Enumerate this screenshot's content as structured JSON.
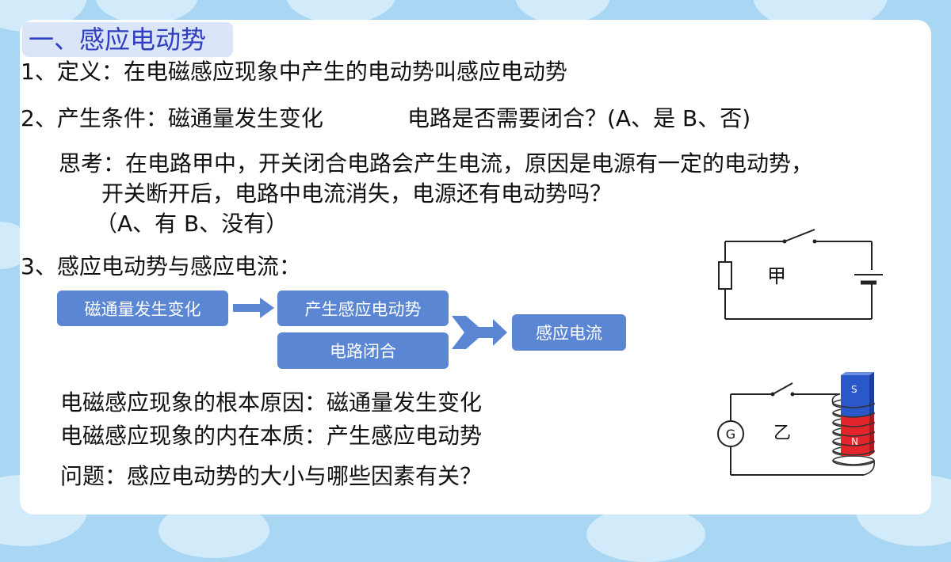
{
  "title": "一、感应电动势",
  "items": {
    "definition": "1、定义：在电磁感应现象中产生的电动势叫感应电动势",
    "condition": "2、产生条件：磁通量发生变化",
    "closed_question": "电路是否需要闭合？(A、是  B、否)",
    "think_1": "思考：在电路甲中，开关闭合电路会产生电流，原因是电源有一定的电动势，",
    "think_2": "开关断开后，电路中电流消失，电源还有电动势吗？",
    "think_options": "（A、有  B、没有）",
    "relation": "3、感应电动势与感应电流："
  },
  "flow": {
    "box_flux": "磁通量发生变化",
    "box_emf": "产生感应电动势",
    "box_closed": "电路闭合",
    "box_current": "感应电流"
  },
  "summary": {
    "root_cause": "电磁感应现象的根本原因：磁通量发生变化",
    "essence": "电磁感应现象的内在本质：产生感应电动势",
    "question": "问题：感应电动势的大小与哪些因素有关？"
  },
  "circuit_a": {
    "label": "甲"
  },
  "circuit_b": {
    "label": "乙",
    "meter": "G",
    "pole_s": "S",
    "pole_n": "N"
  },
  "colors": {
    "accent": "#2f3fbf",
    "box": "#5b86d3",
    "magnet_blue": "#2a58c8",
    "magnet_red": "#e3262c"
  }
}
